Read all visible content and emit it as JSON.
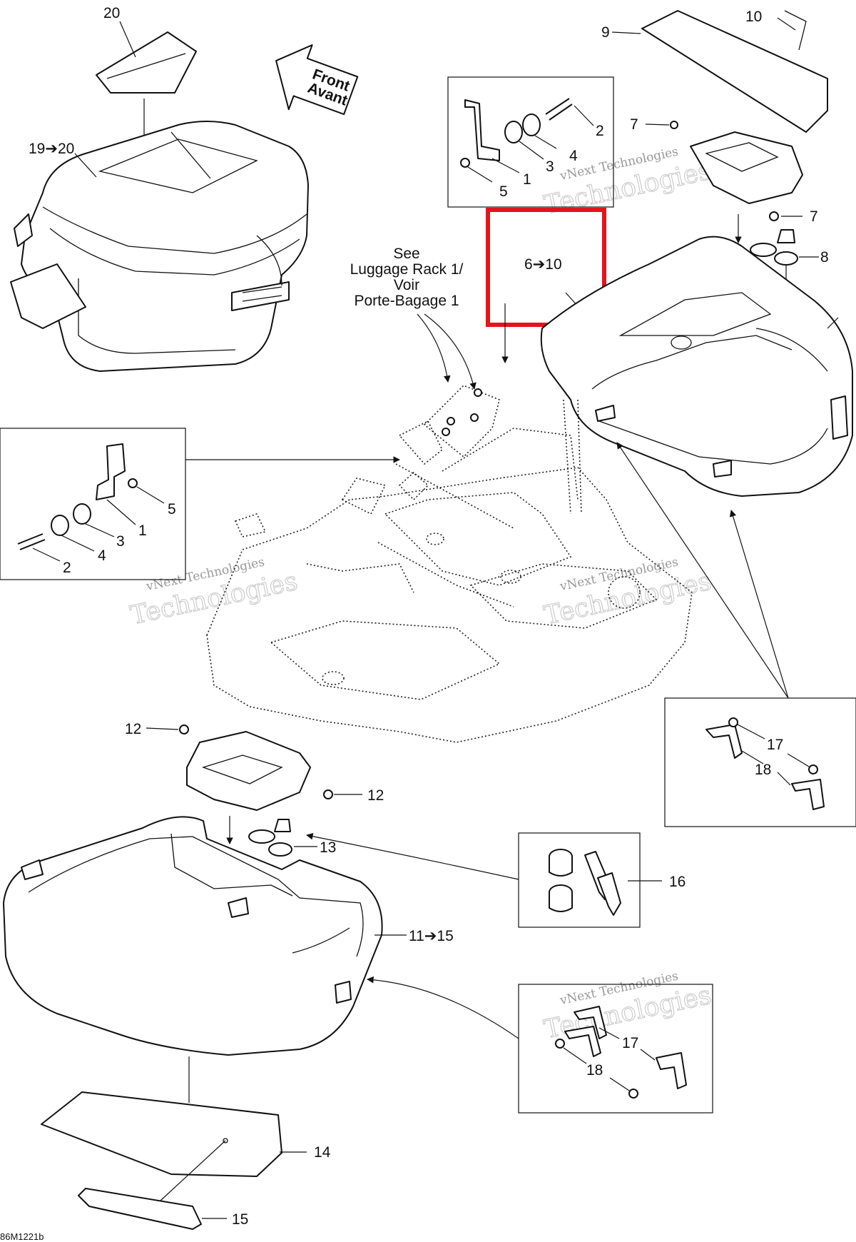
{
  "callouts": {
    "c20": "20",
    "c19_20": "19➔20",
    "c10": "10",
    "c9": "9",
    "c7a": "7",
    "c7b": "7",
    "c8": "8",
    "c2a": "2",
    "c4a": "4",
    "c3a": "3",
    "c1a": "1",
    "c5a": "5",
    "c6_10": "6➔10",
    "c5b": "5",
    "c1b": "1",
    "c3b": "3",
    "c4b": "4",
    "c2b": "2",
    "c12a": "12",
    "c12b": "12",
    "c13": "13",
    "c16": "16",
    "c11_15": "11➔15",
    "c17a": "17",
    "c18a": "18",
    "c17b": "17",
    "c18b": "18",
    "c14": "14",
    "c15": "15"
  },
  "note": {
    "line1": "See",
    "line2": "Luggage Rack 1/",
    "line3": "Voir",
    "line4": "Porte-Bagage 1"
  },
  "front_arrow": {
    "line1": "Front",
    "line2": "Avant"
  },
  "watermark": {
    "line1": "vNext Technologies",
    "line2": "Technologies"
  },
  "drawing_code": "86M1221b",
  "highlight": {
    "color": "#e3141b"
  }
}
